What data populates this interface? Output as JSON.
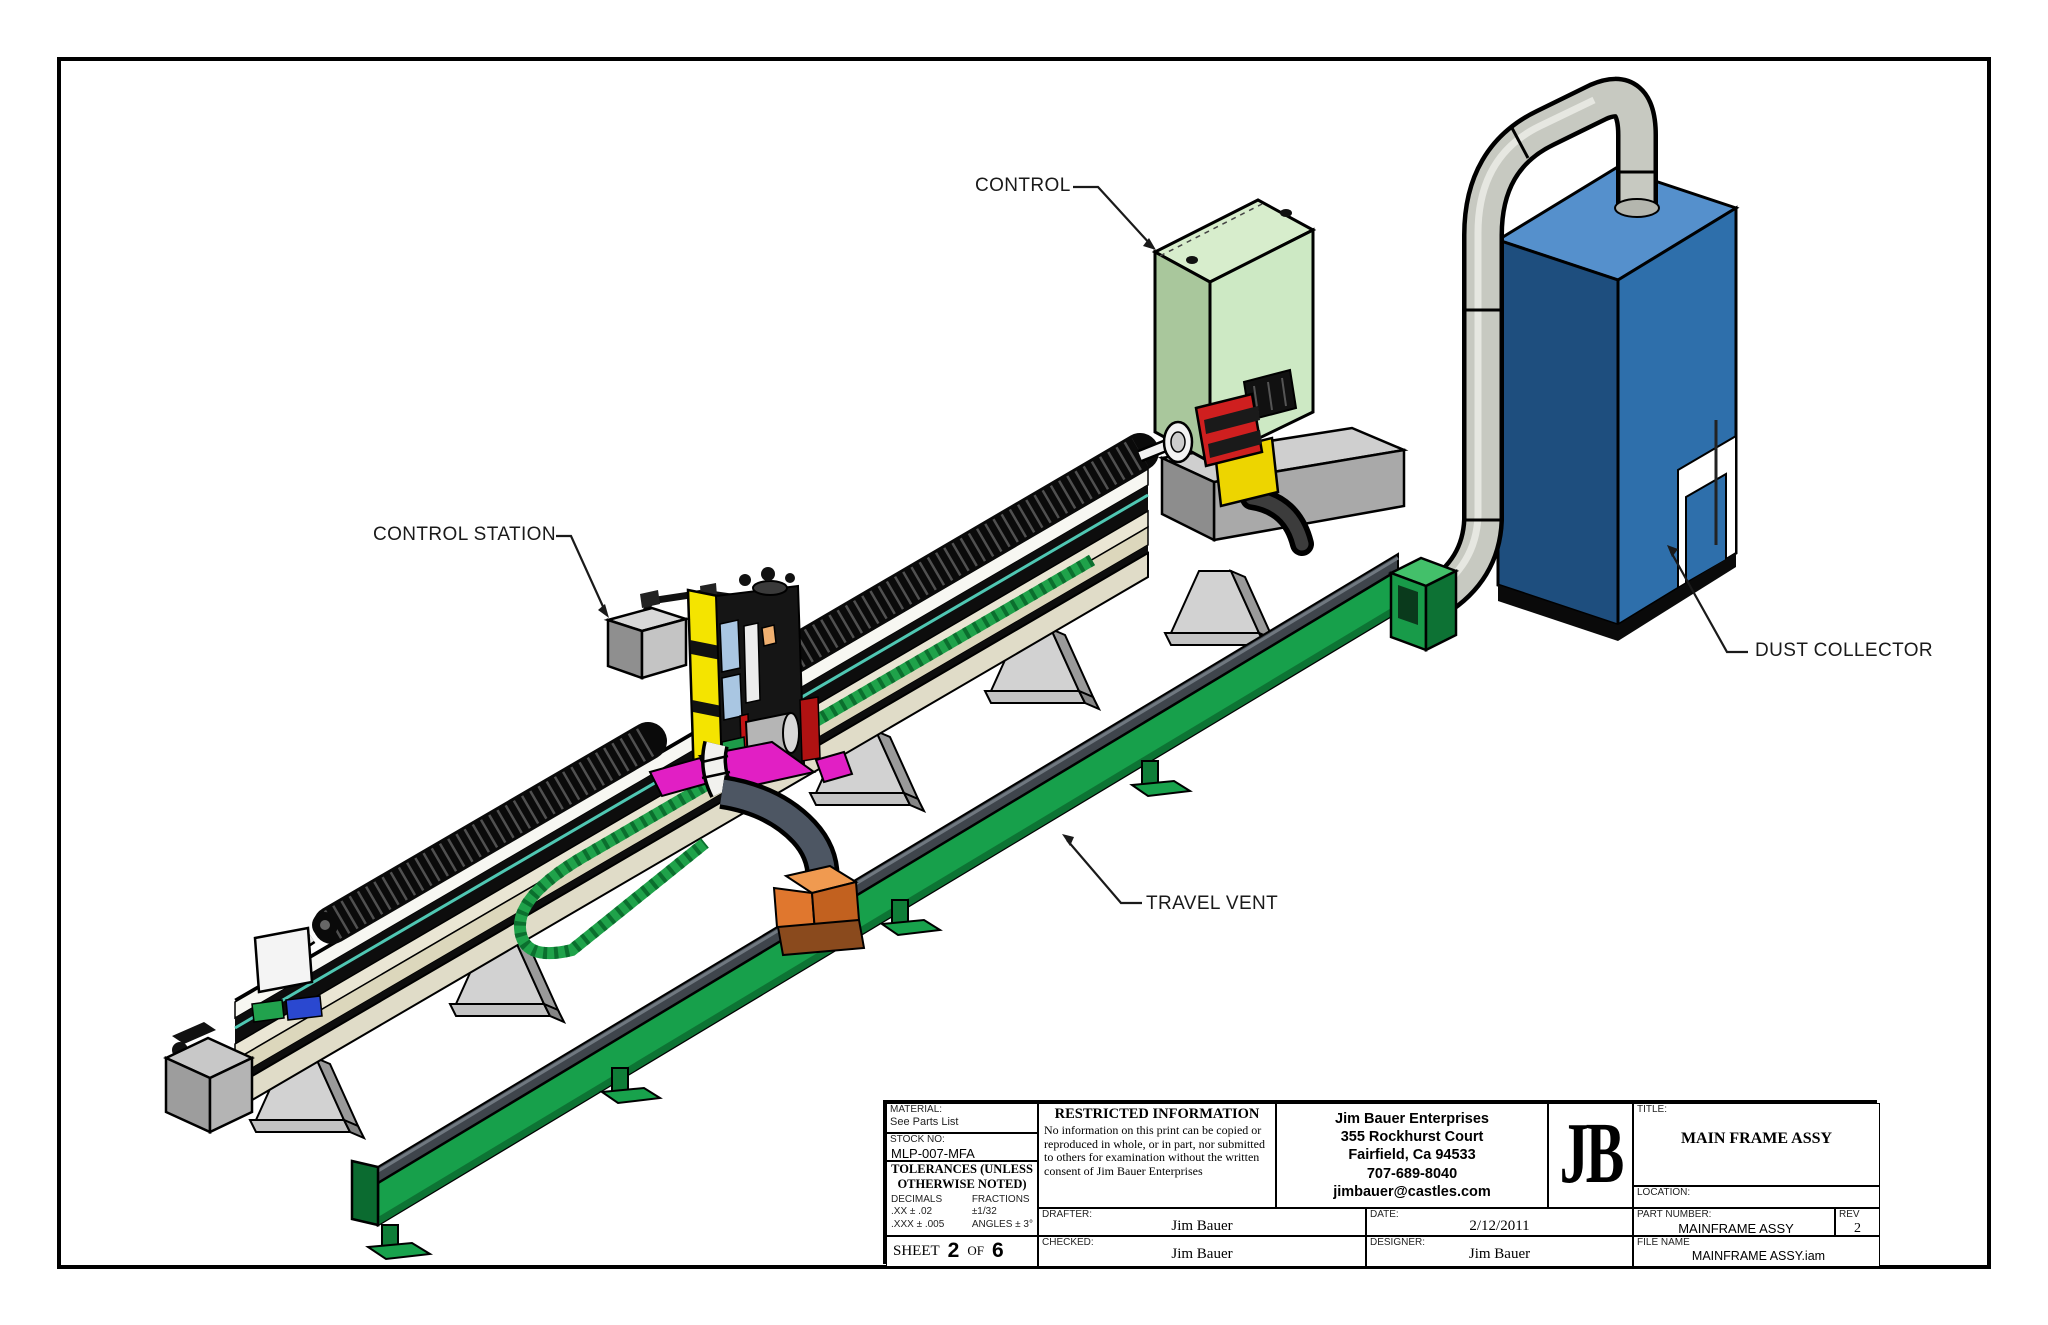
{
  "drawing": {
    "callouts": [
      {
        "id": "control",
        "label": "CONTROL"
      },
      {
        "id": "control-station",
        "label": "CONTROL STATION"
      },
      {
        "id": "travel-vent",
        "label": "TRAVEL VENT"
      },
      {
        "id": "dust-collector",
        "label": "DUST COLLECTOR"
      }
    ]
  },
  "title_block": {
    "material": {
      "label": "MATERIAL:",
      "value": "See Parts List"
    },
    "stock_no": {
      "label": "STOCK NO:",
      "value": "MLP-007-MFA"
    },
    "tolerances": {
      "heading_line1": "TOLERANCES (UNLESS",
      "heading_line2": "OTHERWISE NOTED)",
      "decimals_label": "DECIMALS",
      "decimals_line1": ".XX ± .02",
      "decimals_line2": ".XXX ± .005",
      "fractions_label": "FRACTIONS",
      "fractions_line1": "±1/32",
      "fractions_line2": "ANGLES ± 3°"
    },
    "sheet": {
      "label": "SHEET",
      "number": "2",
      "of_label": "OF",
      "total": "6"
    },
    "restricted": {
      "heading": "RESTRICTED INFORMATION",
      "body": "No information on this print can be copied or reproduced in whole, or in part, nor submitted to others for examination without the written consent of Jim Bauer Enterprises"
    },
    "drafter": {
      "label": "DRAFTER:",
      "value": "Jim Bauer"
    },
    "checked": {
      "label": "CHECKED:",
      "value": "Jim Bauer"
    },
    "company": {
      "name": "Jim Bauer Enterprises",
      "address1": "355 Rockhurst Court",
      "address2": "Fairfield, Ca 94533",
      "phone": "707-689-8040",
      "email": "jimbauer@castles.com"
    },
    "logo": "JB",
    "date": {
      "label": "DATE:",
      "value": "2/12/2011"
    },
    "designer": {
      "label": "DESIGNER:",
      "value": "Jim Bauer"
    },
    "title": {
      "label": "TITLE:",
      "value": "MAIN FRAME ASSY"
    },
    "location": {
      "label": "LOCATION:"
    },
    "part_number": {
      "label": "PART NUMBER:",
      "value": "MAINFRAME ASSY"
    },
    "rev": {
      "label": "REV",
      "value": "2"
    },
    "file_name": {
      "label": "FILE NAME",
      "value": "MAINFRAME ASSY.iam"
    }
  },
  "colors": {
    "vent_green": "#17a04b",
    "collector_blue": "#2e6fab",
    "cabinet_green": "#cde9c4",
    "duct_gray": "#c7c9c1",
    "magenta_accent": "#e11fc4",
    "mast_yellow": "#f4e400",
    "motor_red": "#cf1f1f",
    "teal_accent": "#4fc7b3",
    "shoe_orange": "#e0772e"
  }
}
